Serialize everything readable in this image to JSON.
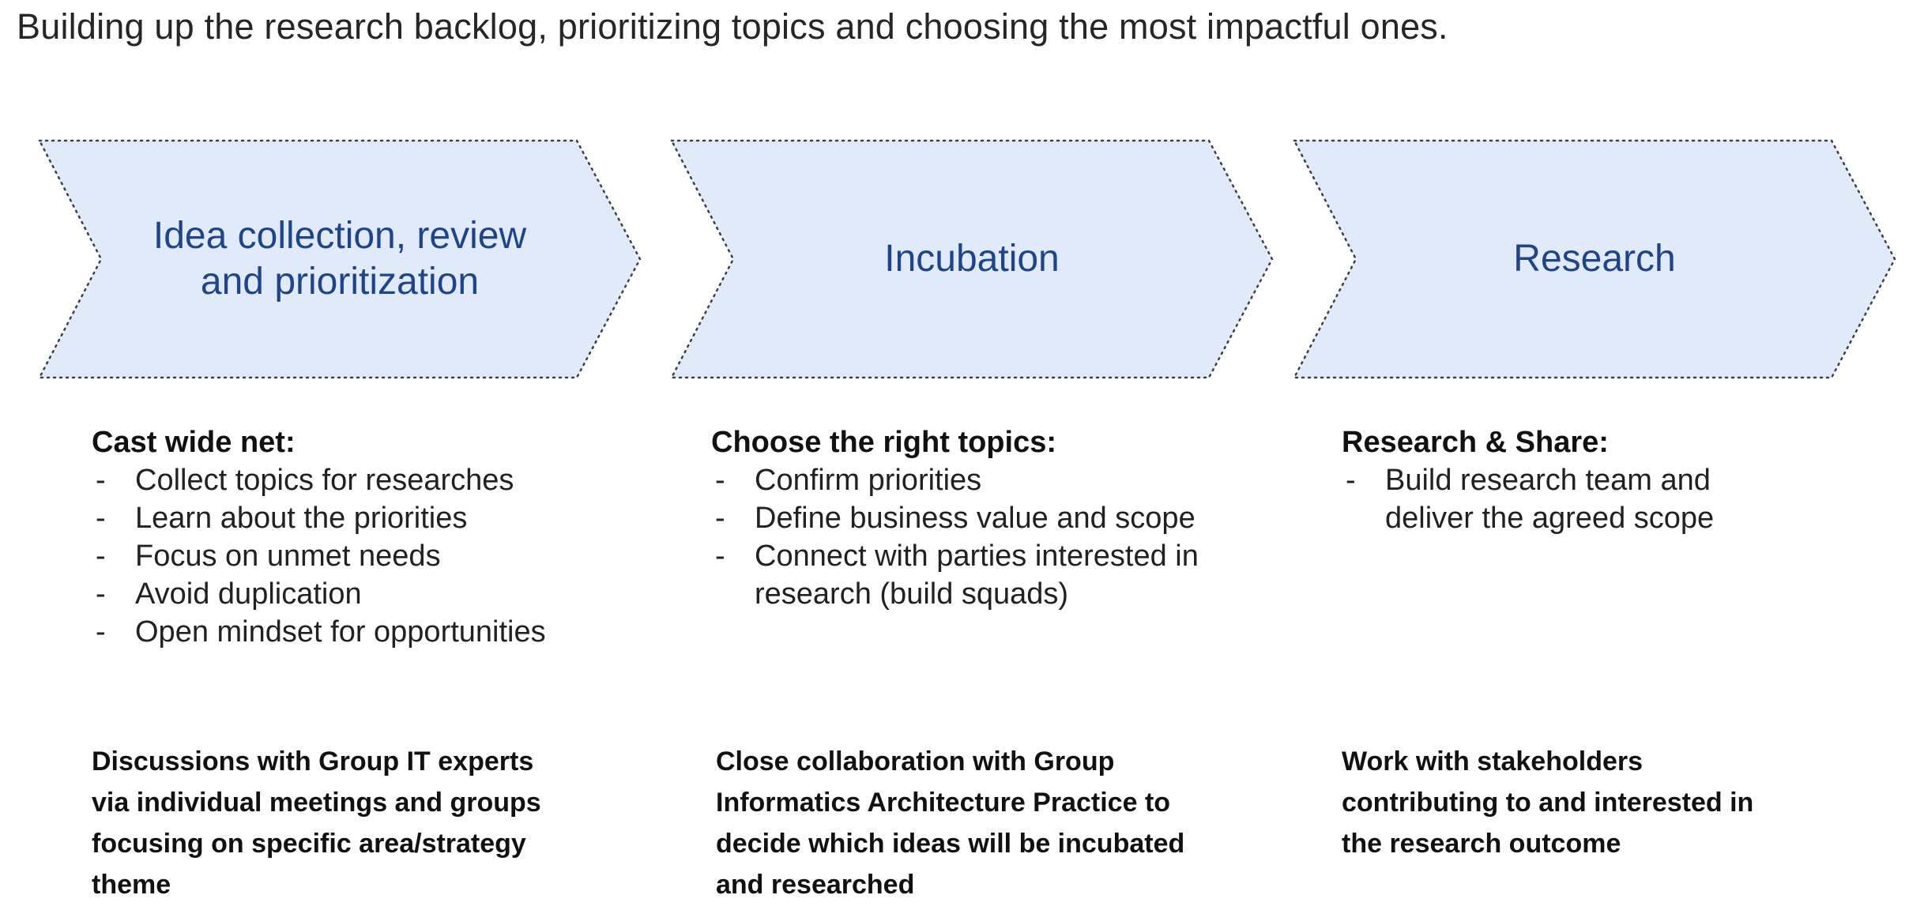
{
  "title": "Building up the research backlog, prioritizing topics and choosing the most impactful ones.",
  "colors": {
    "chevron_fill": "#e1eafb",
    "chevron_stroke": "#3c4043",
    "chevron_text": "#1f4588"
  },
  "stages": [
    {
      "label_line1": "Idea collection, review",
      "label_line2": "and prioritization",
      "heading": "Cast wide net:",
      "bullets": [
        "Collect topics for researches",
        "Learn about the priorities",
        "Focus on unmet needs",
        "Avoid duplication",
        "Open mindset for opportunities"
      ],
      "note": "Discussions with Group IT experts via individual meetings and groups focusing on specific area/strategy theme"
    },
    {
      "label_line1": "Incubation",
      "label_line2": "",
      "heading": "Choose the right topics:",
      "bullets": [
        "Confirm priorities",
        "Define business value and scope",
        "Connect with parties interested in research (build squads)"
      ],
      "note": "Close collaboration with Group Informatics Architecture Practice to decide which ideas will be incubated and researched"
    },
    {
      "label_line1": "Research",
      "label_line2": "",
      "heading": "Research & Share:",
      "bullets": [
        "Build research team and deliver the agreed scope"
      ],
      "note": "Work with stakeholders contributing to and interested in the research outcome"
    }
  ],
  "bullet_marker": "-"
}
